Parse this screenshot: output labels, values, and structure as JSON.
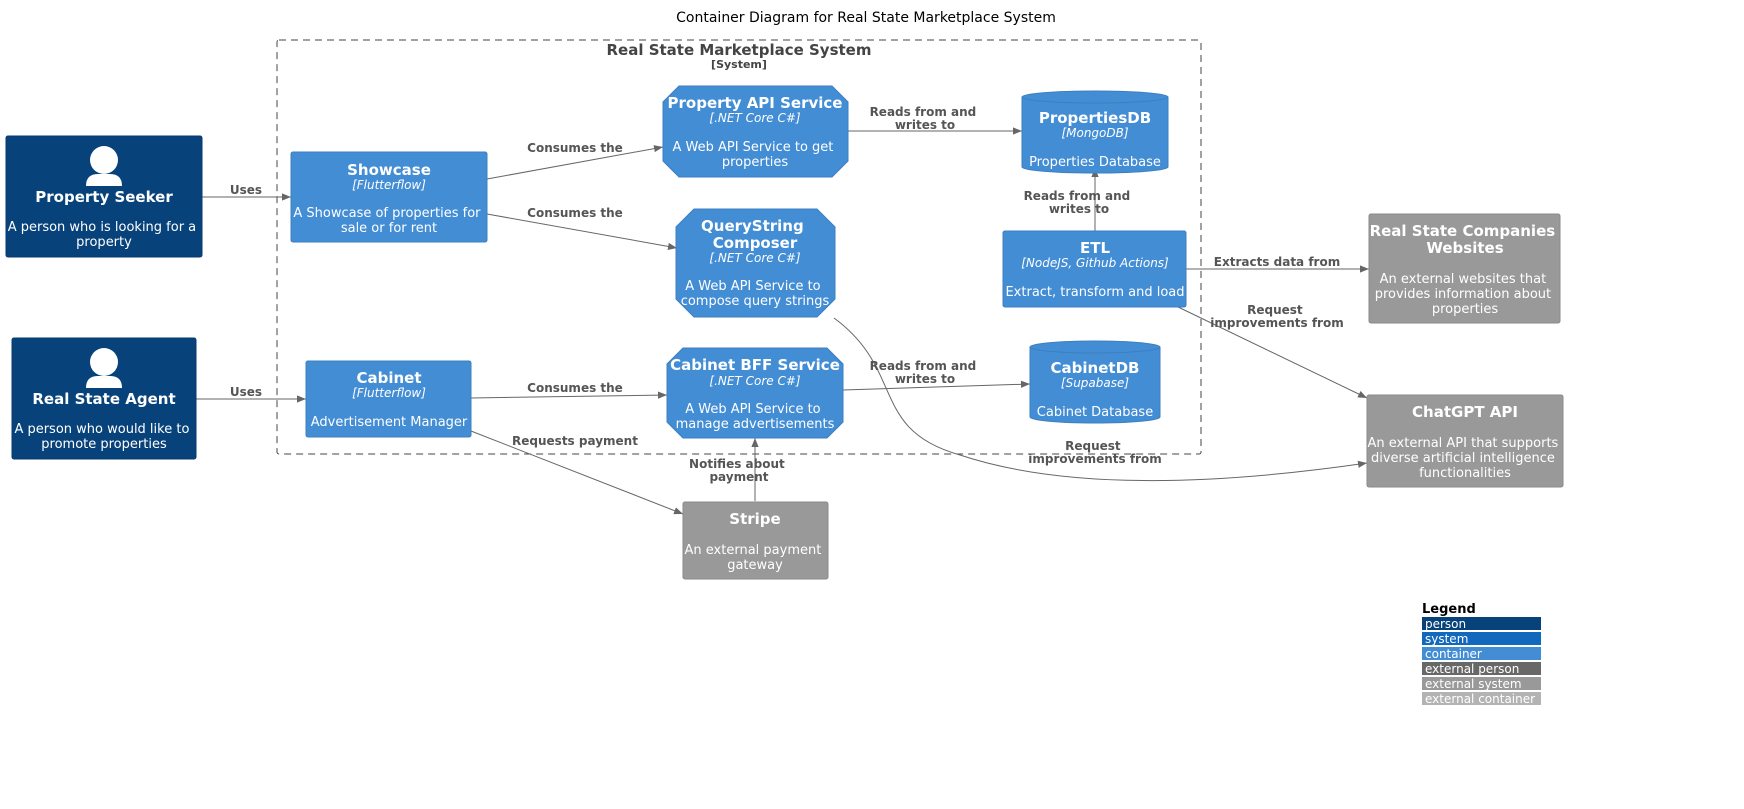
{
  "title": "Container Diagram for Real State Marketplace System",
  "boundary": {
    "name": "Real State Marketplace System",
    "type": "[System]"
  },
  "nodes": {
    "seeker": {
      "name": "Property Seeker",
      "desc": [
        "A person who is looking for a",
        "property"
      ]
    },
    "agent": {
      "name": "Real State Agent",
      "desc": [
        "A person who would like to",
        "promote properties"
      ]
    },
    "showcase": {
      "name": "Showcase",
      "tech": "[Flutterflow]",
      "desc": [
        "A Showcase of properties for",
        "sale or for rent"
      ]
    },
    "cabinet": {
      "name": "Cabinet",
      "tech": "[Flutterflow]",
      "desc": [
        "Advertisement Manager"
      ]
    },
    "propapi": {
      "name": "Property API Service",
      "tech": "[.NET Core C#]",
      "desc": [
        "A Web API Service to get",
        "properties"
      ]
    },
    "qsc": {
      "name": [
        "QueryString",
        "Composer"
      ],
      "tech": "[.NET Core C#]",
      "desc": [
        "A Web API Service to",
        "compose query strings"
      ]
    },
    "bff": {
      "name": "Cabinet BFF Service",
      "tech": "[.NET Core C#]",
      "desc": [
        "A Web API Service to",
        "manage advertisements"
      ]
    },
    "propdb": {
      "name": "PropertiesDB",
      "tech": "[MongoDB]",
      "desc": [
        "Properties Database"
      ]
    },
    "cabdb": {
      "name": "CabinetDB",
      "tech": "[Supabase]",
      "desc": [
        "Cabinet Database"
      ]
    },
    "etl": {
      "name": "ETL",
      "tech": "[NodeJS, Github Actions]",
      "desc": [
        "Extract, transform and load"
      ]
    },
    "websites": {
      "name": [
        "Real State Companies",
        "Websites"
      ],
      "desc": [
        "An external websites that",
        "provides information about",
        "properties"
      ]
    },
    "chatgpt": {
      "name": "ChatGPT API",
      "desc": [
        "An external API that supports",
        "diverse artificial intelligence",
        "functionalities"
      ]
    },
    "stripe": {
      "name": "Stripe",
      "desc": [
        "An external payment",
        "gateway"
      ]
    }
  },
  "edges": {
    "seeker_showcase": [
      "Uses"
    ],
    "agent_cabinet": [
      "Uses"
    ],
    "showcase_propapi": [
      "Consumes the"
    ],
    "showcase_qsc": [
      "Consumes the"
    ],
    "cabinet_bff": [
      "Consumes the"
    ],
    "propapi_propdb": [
      "Reads from and",
      "writes to"
    ],
    "etl_propdb": [
      "Reads from and",
      "writes to"
    ],
    "bff_cabdb": [
      "Reads from and",
      "writes to"
    ],
    "etl_websites": [
      "Extracts data from"
    ],
    "etl_chatgpt": [
      "Request",
      "improvements from"
    ],
    "qsc_chatgpt": [
      "Request",
      "improvements from"
    ],
    "cabinet_stripe": [
      "Requests payment"
    ],
    "stripe_bff": [
      "Notifies about",
      "payment"
    ]
  },
  "legend": {
    "title": "Legend",
    "items": [
      {
        "label": "person",
        "color": "#08427B"
      },
      {
        "label": "system",
        "color": "#1168BD"
      },
      {
        "label": "container",
        "color": "#438DD5"
      },
      {
        "label": "external person",
        "color": "#686868"
      },
      {
        "label": "external system",
        "color": "#999999"
      },
      {
        "label": "external container",
        "color": "#B3B3B3"
      }
    ]
  },
  "colors": {
    "person": "#08427B",
    "container": "#438DD5",
    "external": "#999999",
    "line": "#666666",
    "edge_text": "#555555",
    "boundary": "#444444"
  }
}
